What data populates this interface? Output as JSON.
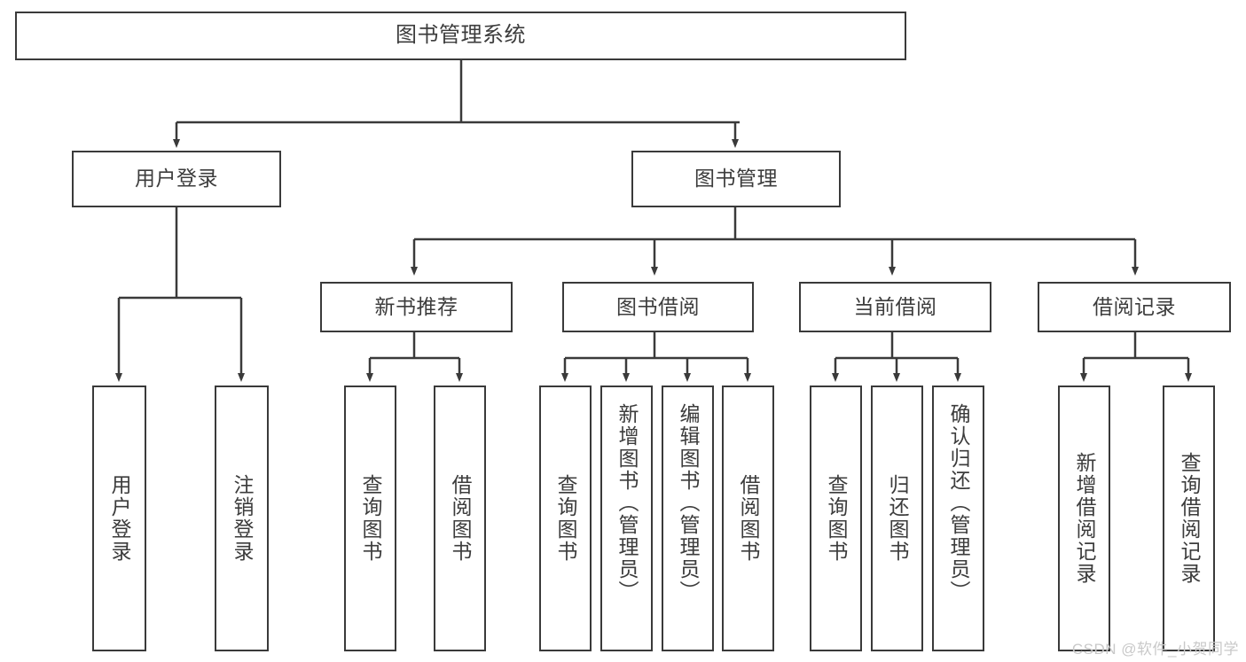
{
  "diagram": {
    "title": "图书管理系统",
    "type": "tree",
    "watermark": "CSDN @软件_小贺同学",
    "colors": {
      "border": "#3a3a3a",
      "text": "#3c3c3c",
      "background": "#ffffff",
      "watermark": "#c9c9c9"
    },
    "nodes": {
      "root": {
        "label": "图书管理系统"
      },
      "level2": [
        {
          "label": "用户登录"
        },
        {
          "label": "图书管理"
        }
      ],
      "level3": [
        {
          "label": "新书推荐"
        },
        {
          "label": "图书借阅"
        },
        {
          "label": "当前借阅"
        },
        {
          "label": "借阅记录"
        }
      ],
      "leaves_user_login": [
        {
          "label": "用户登录"
        },
        {
          "label": "注销登录"
        }
      ],
      "leaves_new_book": [
        {
          "label": "查询图书"
        },
        {
          "label": "借阅图书"
        }
      ],
      "leaves_borrow": [
        {
          "label": "查询图书"
        },
        {
          "label": "新增图书（管理员）"
        },
        {
          "label": "编辑图书（管理员）"
        },
        {
          "label": "借阅图书"
        }
      ],
      "leaves_current": [
        {
          "label": "查询图书"
        },
        {
          "label": "归还图书"
        },
        {
          "label": "确认归还（管理员）"
        }
      ],
      "leaves_record": [
        {
          "label": "新增借阅记录"
        },
        {
          "label": "查询借阅记录"
        }
      ]
    }
  }
}
